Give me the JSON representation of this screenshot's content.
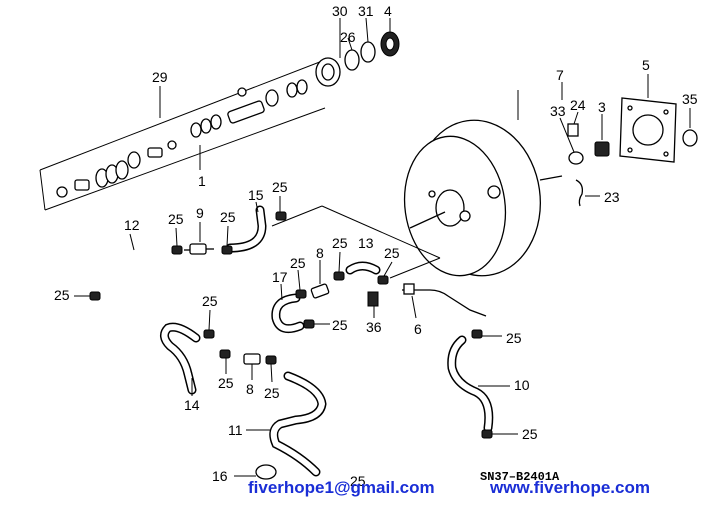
{
  "callouts": {
    "c30": "30",
    "c31": "31",
    "c4": "4",
    "c26": "26",
    "c29": "29",
    "c7": "7",
    "c5": "5",
    "c33": "33",
    "c24": "24",
    "c3": "3",
    "c35": "35",
    "c1": "1",
    "c23": "23",
    "c15": "15",
    "c25a": "25",
    "c12": "12",
    "c25b": "25",
    "c9": "9",
    "c25c": "25",
    "c8a": "8",
    "c25d": "25",
    "c13": "13",
    "c25e": "25",
    "c17": "17",
    "c25f": "25",
    "c25g": "25",
    "c25h": "25",
    "c36": "36",
    "c6": "6",
    "c25i": "25",
    "c25j": "25",
    "c14": "14",
    "c25k": "25",
    "c8b": "8",
    "c25l": "25",
    "c10": "10",
    "c11": "11",
    "c25m": "25",
    "c16": "16",
    "c25n": "25"
  },
  "reference_code": "SN37–B2401A",
  "watermark": {
    "email": "fiverhope1@gmail.com",
    "website": "www.fiverhope.com"
  }
}
